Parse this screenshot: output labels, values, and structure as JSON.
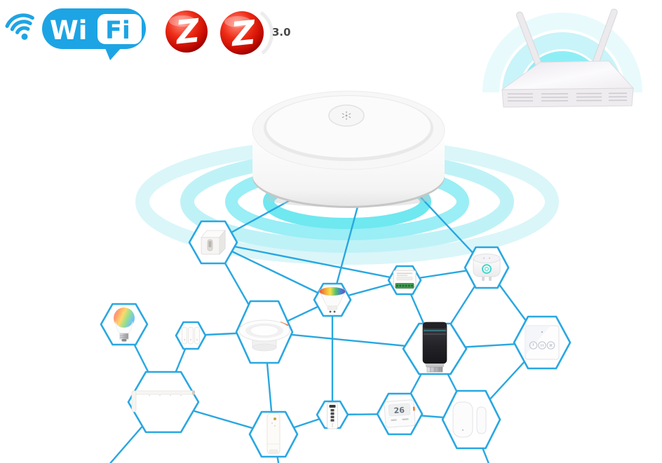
{
  "page": {
    "type": "product-illustration",
    "background": "#ffffff"
  },
  "logos": {
    "wifi_signal_icon": "wifi-signal-icon",
    "wifi_badge": {
      "wi": "Wi",
      "fi": "Fi",
      "color": "#1da4e4"
    },
    "zigbee_badge_1": {
      "letter": "Z",
      "color": "#d6180b"
    },
    "zigbee_badge_2": {
      "letter": "Z",
      "version": "3.0",
      "color": "#d6180b"
    }
  },
  "router": {
    "name": "wifi-router",
    "antenna_count": 2,
    "signal_color": "#52e4ee"
  },
  "gateway": {
    "name": "zigbee-smart-gateway",
    "button_icon": "pair-button",
    "ripple_color": "#6fe8f0"
  },
  "colors": {
    "link_line": "#29a7e1",
    "hex_border": "#29a7e1",
    "ripple_inner": "#6fe8f0",
    "ripple_outer": "#daf6f9",
    "zigbee_red": "#d6180b",
    "wifi_blue": "#1da4e4",
    "clip_orange": "#f06a35",
    "terminal_green": "#3f9b4f",
    "plug_button_teal": "#3ed3c8"
  },
  "devices": [
    {
      "id": "cube",
      "name": "cube-touch-bot"
    },
    {
      "id": "bulb",
      "name": "rgb-light-bulb"
    },
    {
      "id": "remotes",
      "name": "slim-switch-trio"
    },
    {
      "id": "downlight",
      "name": "recessed-downlight"
    },
    {
      "id": "gu10",
      "name": "gu10-rgb-spotlight"
    },
    {
      "id": "relay",
      "name": "relay-switch-module"
    },
    {
      "id": "plug",
      "name": "smart-plug"
    },
    {
      "id": "trv",
      "name": "radiator-valve"
    },
    {
      "id": "wall",
      "name": "wall-touch-switch"
    },
    {
      "id": "rail",
      "name": "curtain-rail"
    },
    {
      "id": "motor",
      "name": "curtain-motor"
    },
    {
      "id": "remote",
      "name": "remote-control"
    },
    {
      "id": "thermo",
      "name": "temperature-humidity-sensor"
    },
    {
      "id": "door",
      "name": "door-window-sensor"
    }
  ],
  "devices_detail": {
    "thermo_display": "26"
  },
  "edges": [
    [
      "gateway",
      "cube"
    ],
    [
      "gateway",
      "gu10"
    ],
    [
      "gateway",
      "plug"
    ],
    [
      "cube",
      "gu10"
    ],
    [
      "cube",
      "relay"
    ],
    [
      "cube",
      "downlight"
    ],
    [
      "remotes",
      "downlight"
    ],
    [
      "bulb",
      "rail"
    ],
    [
      "remotes",
      "rail"
    ],
    [
      "downlight",
      "gu10"
    ],
    [
      "downlight",
      "trv"
    ],
    [
      "downlight",
      "motor"
    ],
    [
      "gu10",
      "relay"
    ],
    [
      "gu10",
      "remote"
    ],
    [
      "relay",
      "plug"
    ],
    [
      "relay",
      "trv"
    ],
    [
      "plug",
      "trv"
    ],
    [
      "plug",
      "wall"
    ],
    [
      "trv",
      "wall"
    ],
    [
      "trv",
      "thermo"
    ],
    [
      "trv",
      "door"
    ],
    [
      "wall",
      "door"
    ],
    [
      "rail",
      "motor"
    ],
    [
      "motor",
      "remote"
    ],
    [
      "remote",
      "thermo"
    ],
    [
      "thermo",
      "door"
    ]
  ]
}
